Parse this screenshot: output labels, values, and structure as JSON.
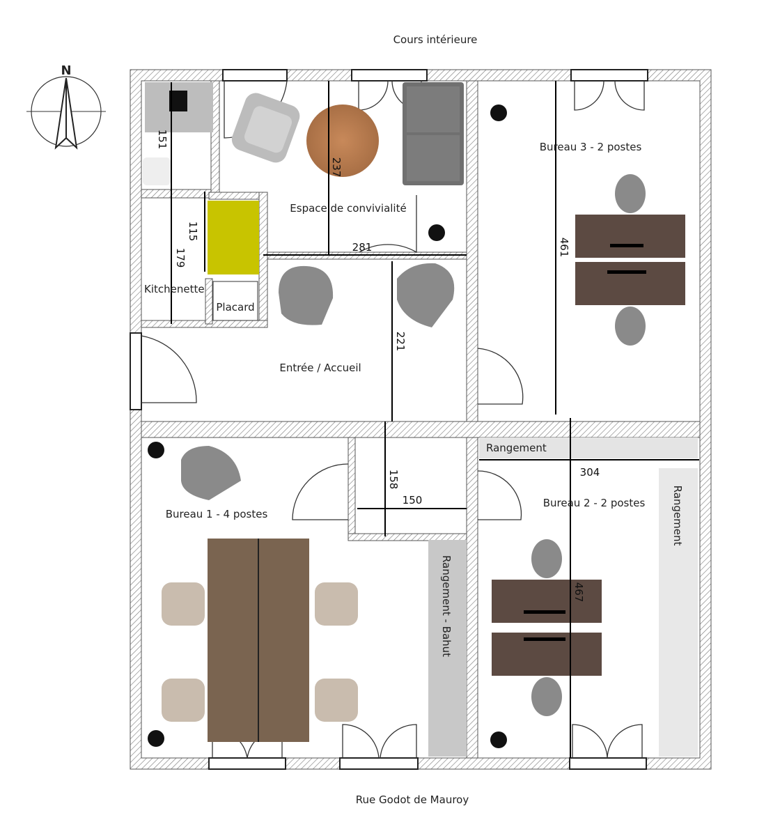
{
  "plan": {
    "top_label": "Cours intérieure",
    "bottom_label": "Rue Godot de Mauroy",
    "compass_label": "N",
    "rooms": {
      "convivialite": "Espace de convivialité",
      "kitchenette": "Kitchenette",
      "placard": "Placard",
      "entree": "Entrée / Accueil",
      "bureau1": "Bureau 1 - 4 postes",
      "bureau2": "Bureau 2 - 2 postes",
      "bureau3": "Bureau 3 - 2 postes",
      "rangement_top": "Rangement",
      "rangement_right": "Rangement",
      "rangement_bahut": "Rangement - Bahut"
    },
    "dimensions": {
      "d151": "151",
      "d237": "237",
      "d281": "281",
      "d115": "115",
      "d179": "179",
      "d221": "221",
      "d461": "461",
      "d158": "158",
      "d150": "150",
      "d304": "304",
      "d467": "467"
    },
    "colors": {
      "wood": "#6b5548",
      "table": "#7a6450",
      "yellow": "#c8c400",
      "chair": "#8a8a8a",
      "storage": "#d6d6d6"
    }
  }
}
